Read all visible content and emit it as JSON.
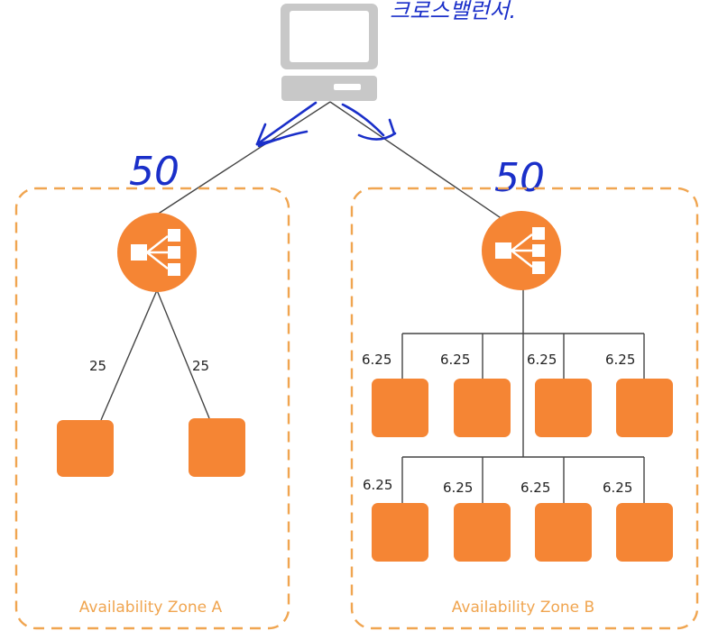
{
  "client": {
    "icon": "computer-icon",
    "note": "크로스밸런서."
  },
  "annotations": {
    "left_share": "50",
    "right_share": "50"
  },
  "zones": [
    {
      "name": "Availability Zone A",
      "instance_weights": [
        "25",
        "25"
      ]
    },
    {
      "name": "Availability Zone B",
      "instance_weights": [
        "6.25",
        "6.25",
        "6.25",
        "6.25",
        "6.25",
        "6.25",
        "6.25",
        "6.25"
      ]
    }
  ],
  "colors": {
    "accent": "#f58534",
    "zone_border": "#f0a550",
    "ink": "#1a2fc9",
    "line": "#444444"
  }
}
